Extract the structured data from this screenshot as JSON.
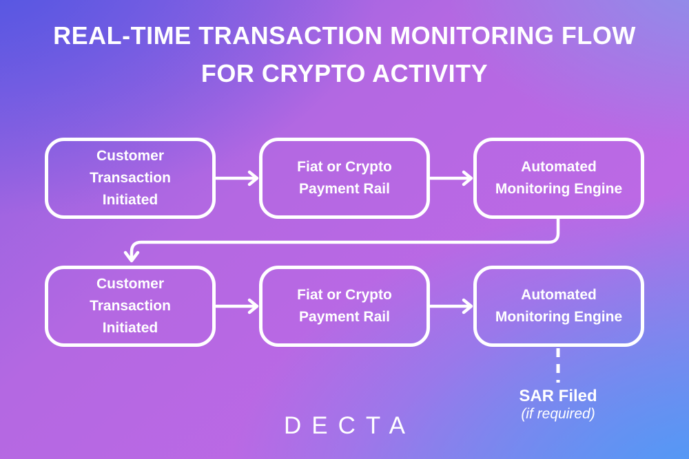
{
  "title": {
    "line1": "REAL-TIME TRANSACTION MONITORING FLOW",
    "line2": "FOR CRYPTO ACTIVITY"
  },
  "flow": {
    "rows": [
      {
        "nodes": [
          {
            "lines": [
              "Customer",
              "Transaction",
              "Initiated"
            ]
          },
          {
            "lines": [
              "Fiat or Crypto",
              "Payment Rail"
            ]
          },
          {
            "lines": [
              "Automated",
              "Monitoring Engine"
            ]
          }
        ]
      },
      {
        "nodes": [
          {
            "lines": [
              "Customer",
              "Transaction",
              "Initiated"
            ]
          },
          {
            "lines": [
              "Fiat or Crypto",
              "Payment Rail"
            ]
          },
          {
            "lines": [
              "Automated",
              "Monitoring Engine"
            ]
          }
        ]
      }
    ],
    "annotation": {
      "label": "SAR Filed",
      "note": "(if required)"
    }
  },
  "logo": {
    "text": "DECTA"
  },
  "colors": {
    "stroke": "#ffffff",
    "text": "#ffffff",
    "gradient_top_left": "#5356e2",
    "gradient_top_right": "#8a92ea",
    "gradient_bottom_right": "#4a9cf7",
    "gradient_center": "#b767e2",
    "gradient_bottom_left": "#bb6ae4"
  }
}
